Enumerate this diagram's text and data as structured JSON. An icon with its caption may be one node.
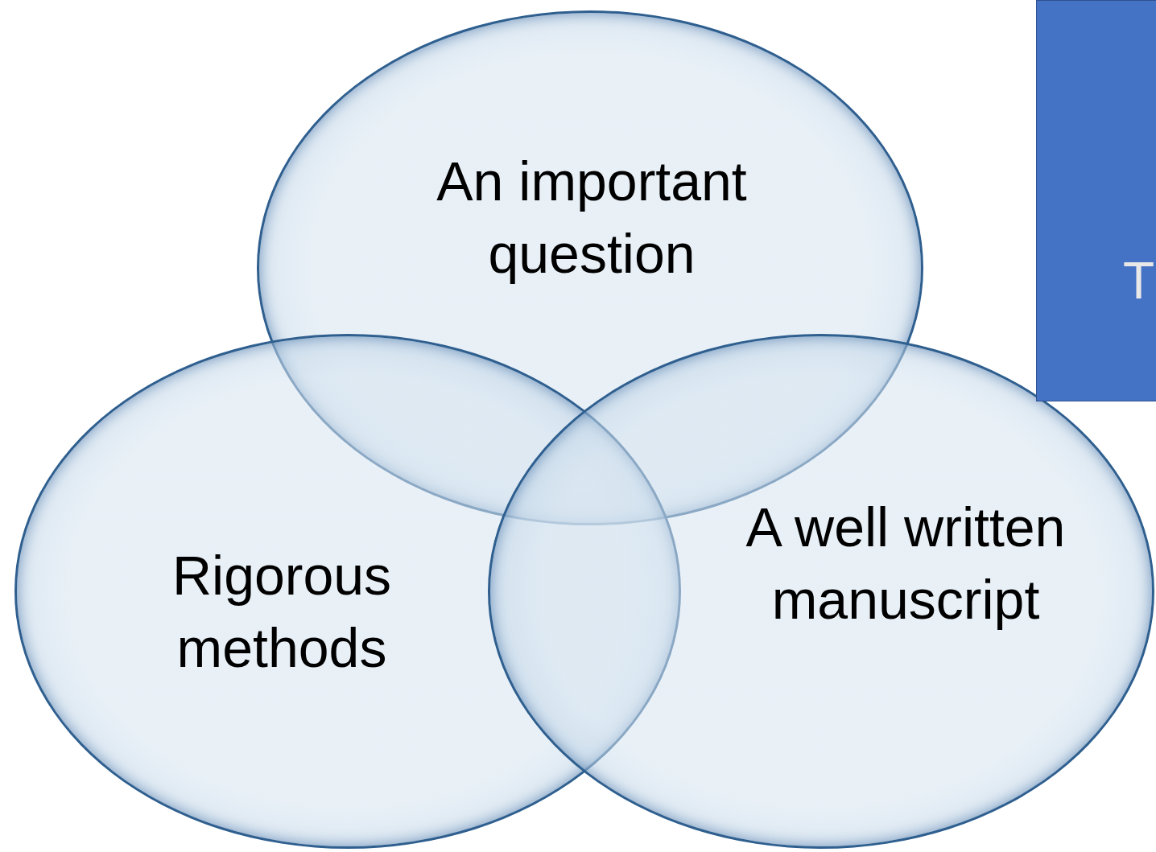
{
  "diagram": {
    "nodes": [
      {
        "text": [
          "An important question"
        ]
      },
      {
        "text": [
          "Rigorous methods"
        ]
      },
      {
        "text": [
          "A well written manuscript"
        ]
      },
      {
        "text": [
          "T"
        ]
      }
    ]
  }
}
